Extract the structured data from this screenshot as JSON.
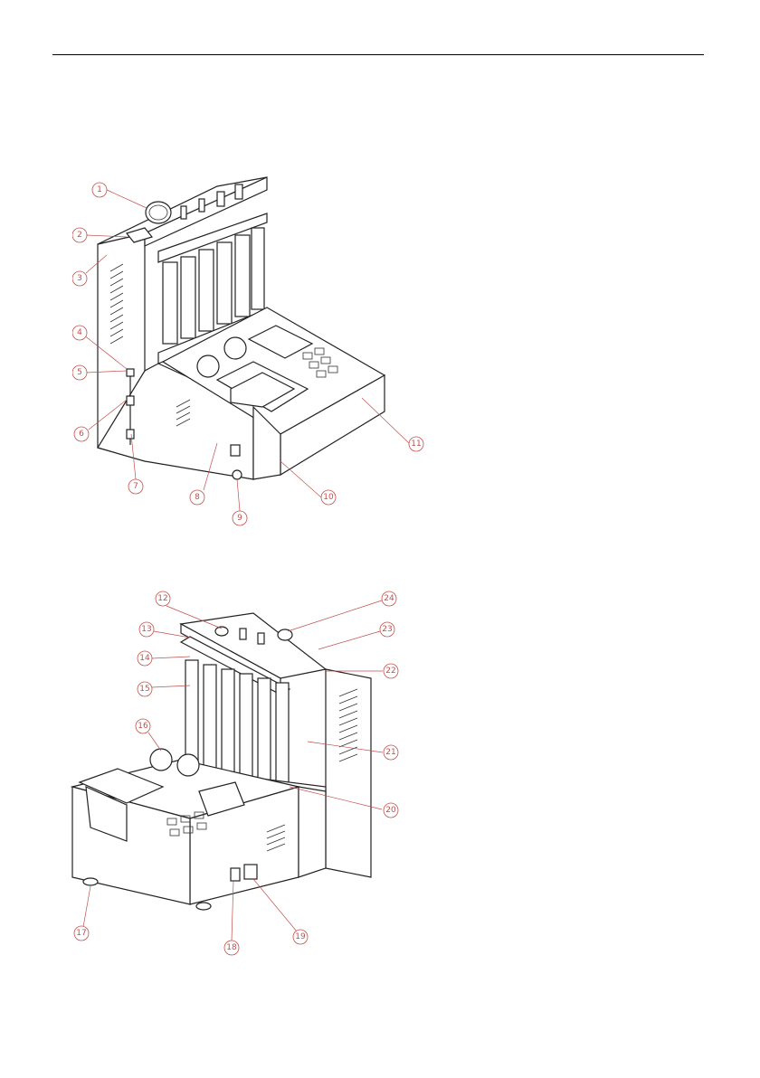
{
  "figures": [
    {
      "id": "fig1",
      "callouts": [
        {
          "n": "1"
        },
        {
          "n": "2"
        },
        {
          "n": "3"
        },
        {
          "n": "4"
        },
        {
          "n": "5"
        },
        {
          "n": "6"
        },
        {
          "n": "7"
        },
        {
          "n": "8"
        },
        {
          "n": "9"
        },
        {
          "n": "10"
        },
        {
          "n": "11"
        }
      ]
    },
    {
      "id": "fig2",
      "callouts": [
        {
          "n": "12"
        },
        {
          "n": "13"
        },
        {
          "n": "14"
        },
        {
          "n": "15"
        },
        {
          "n": "16"
        },
        {
          "n": "17"
        },
        {
          "n": "18"
        },
        {
          "n": "19"
        },
        {
          "n": "20"
        },
        {
          "n": "21"
        },
        {
          "n": "22"
        },
        {
          "n": "23"
        },
        {
          "n": "24"
        }
      ]
    }
  ],
  "colors": {
    "callout": "#c0504d",
    "line": "#222222"
  }
}
